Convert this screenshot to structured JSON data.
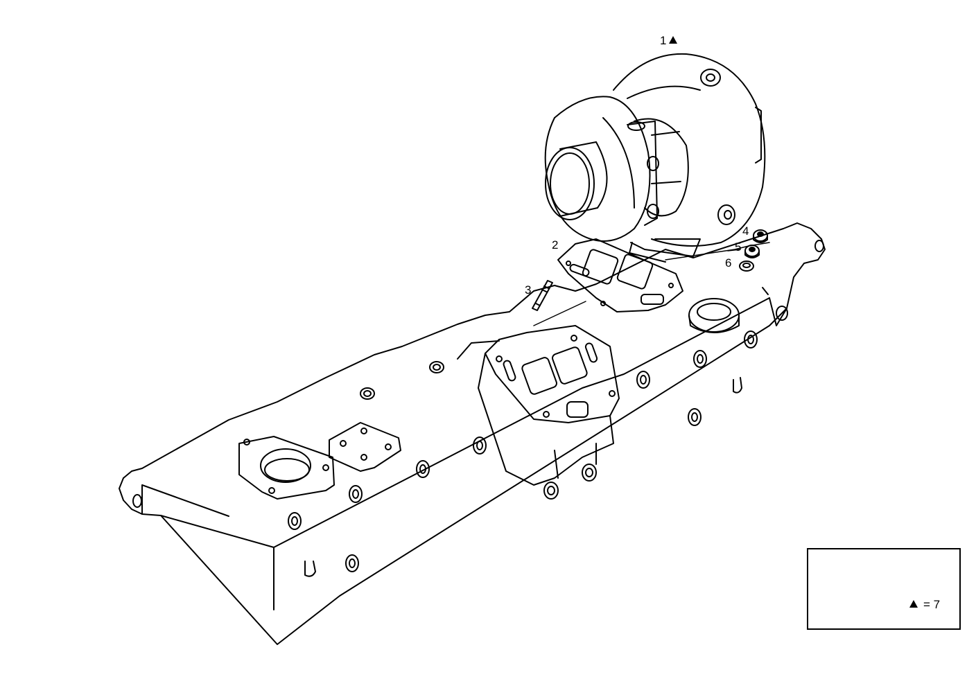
{
  "diagram": {
    "type": "exploded-parts-drawing",
    "subject": "turbocharger mounted on exhaust manifold",
    "line_color": "#000000",
    "background_color": "#ffffff"
  },
  "callouts": [
    {
      "id": "1",
      "label": "1",
      "marker": "triangle",
      "part": "turbocharger"
    },
    {
      "id": "2",
      "label": "2",
      "marker": "",
      "part": "gasket"
    },
    {
      "id": "3",
      "label": "3",
      "marker": "",
      "part": "stud"
    },
    {
      "id": "4",
      "label": "4",
      "marker": "",
      "part": "nut"
    },
    {
      "id": "5",
      "label": "5",
      "marker": "",
      "part": "nut"
    },
    {
      "id": "6",
      "label": "6",
      "marker": "",
      "part": "washer"
    }
  ],
  "legend": {
    "icon": "sealant-kit-icon",
    "marker": "triangle",
    "text": "= 7"
  }
}
